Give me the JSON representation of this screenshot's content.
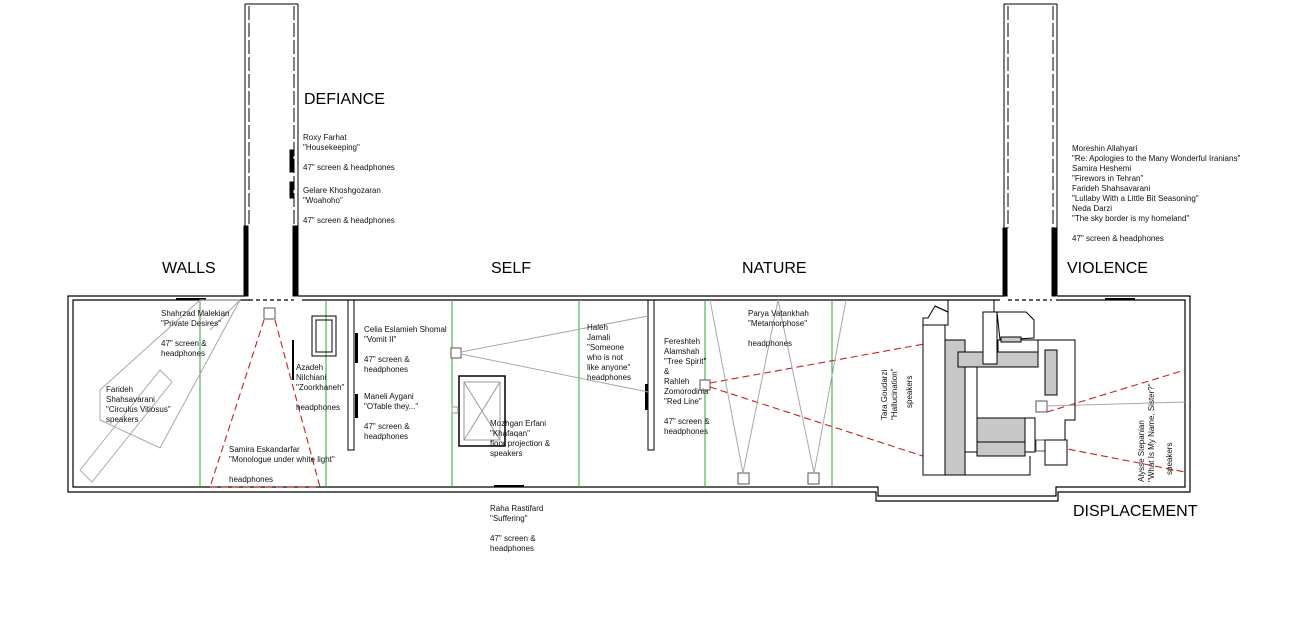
{
  "sections": {
    "defiance": "DEFIANCE",
    "walls": "WALLS",
    "self": "SELF",
    "nature": "NATURE",
    "violence": "VIOLENCE",
    "displacement": "DISPLACEMENT"
  },
  "labels": {
    "roxy": "Roxy Farhat\n\"Housekeeping\"\n\n47\" screen & headphones",
    "gelare": "Gelare Khoshgozaran\n\"Woahoho\"\n\n47\" screen & headphones",
    "moreshin": "Moreshin Allahyari\n\"Re: Apologies to the Many Wonderful Iranians\"\nSamira Heshemi\n\"Firewors in Tehran\"\nFarideh Shahsavarani\n\"Lullaby With a Little Bit Seasoning\"\nNeda Darzi\n\"The sky border is my homeland\"\n\n47\" screen & headphones",
    "shahrzad": "Shahrzad Malekian\n\"Private Desires\"\n\n47\" screen &\nheadphones",
    "farideh": "Farideh\nShahsavarani\n\"Circulus Vitiosus\"\nspeakers",
    "samira": "Samira Eskandarfar\n\"Monologue under white light\"\n\nheadphones",
    "azadeh": "Azadeh\nNilchiani\n\"Zoorkhaneh\"\n\nheadphones",
    "celia": "Celia Eslamieh Shomal\n\"Vomit II\"\n\n47\" screen &\nheadphones",
    "maneli": "Maneli Aygani\n\"O'fable they...\"\n\n47\" screen &\nheadphones",
    "mozhgan": "Mozhgan Erfani\n\"Khafaqan\"\nfloor projection &\nspeakers",
    "haleh": "Haleh\nJamali\n\"Someone\nwho is not\nlike anyone\"\nheadphones",
    "fereshteh": "Fereshteh\nAlamshah\n\"Tree Spirit\"\n&\nRahleh\nZomorodinia\n\"Red Line\"\n\n47\" screen &\nheadphones",
    "parya": "Parya Vatankhah\n\"Metamorphose\"\n\nheadphones",
    "raha": "Raha Rastifard\n\"Suffering\"\n\n47\" screen &\nheadphones",
    "tara": "Tara Goudarzi\n\"Hallucination\"",
    "tara_speakers": "speakers",
    "alysse": "Alysse Stepanian\n\"What Is My Name, Sister?\"",
    "alysse_speakers": "speakers"
  },
  "colors": {
    "wall": "#000000",
    "partition_green": "#2ea82e",
    "sound_cone_red": "#cc1f1f",
    "projection_gray": "#a8a8a8",
    "fill_gray": "#c8c8c8"
  }
}
